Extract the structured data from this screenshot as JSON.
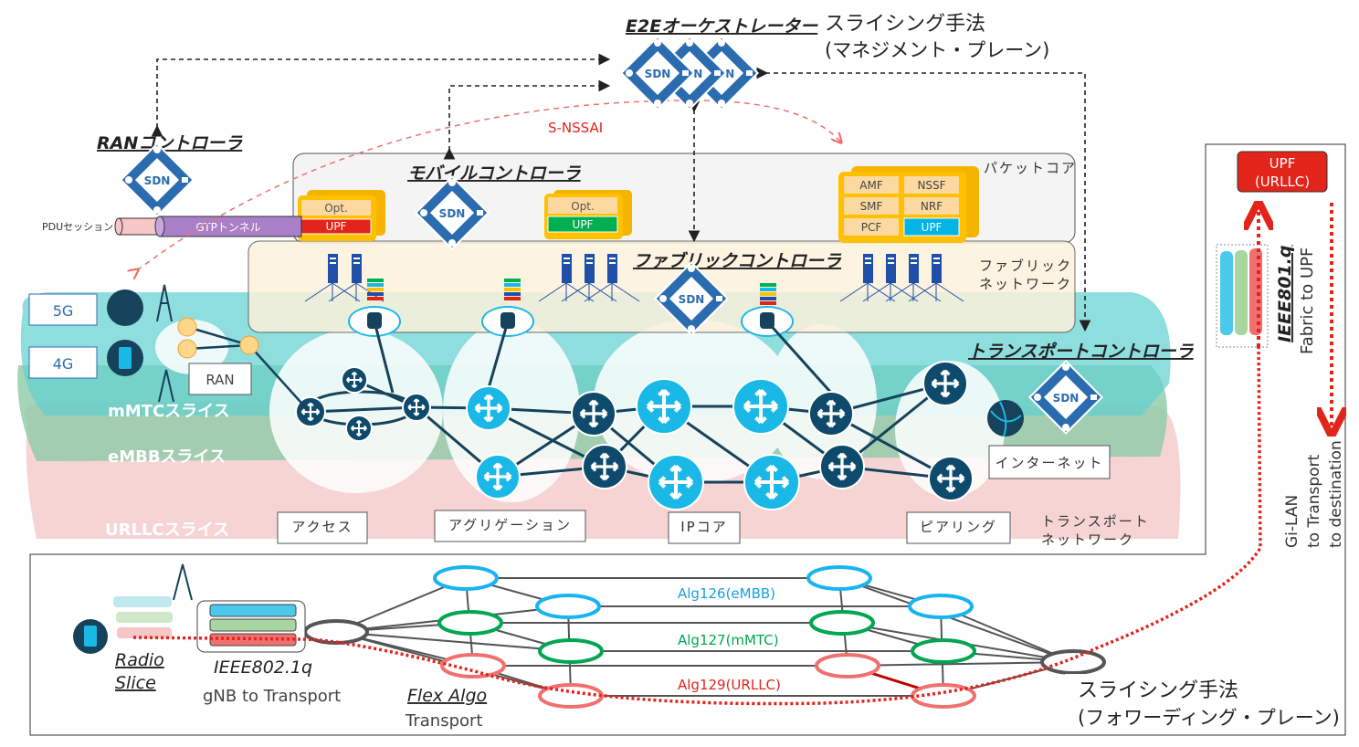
{
  "orchestrator": {
    "title": "E2Eオーケストレーター",
    "method_line1": "スライシング手法",
    "method_line2": "(マネジメント・プレーン)"
  },
  "sdn_label": "SDN",
  "snssai": "S-NSSAI",
  "controllers": {
    "ran": "RANコントローラ",
    "mobile": "モバイルコントローラ",
    "fabric": "ファブリックコントローラ",
    "transport": "トランスポートコントローラ"
  },
  "packet_core": {
    "label": "パケットコア",
    "left_stack": {
      "top": "Opt.",
      "bottom": "UPF",
      "bottom_color": "#e3241b"
    },
    "mid_stack": {
      "top": "Opt.",
      "bottom": "UPF",
      "bottom_color": "#00b050"
    },
    "core_nfs": [
      "AMF",
      "NSSF",
      "SMF",
      "NRF",
      "PCF",
      "UPF"
    ],
    "core_upf_color": "#00b4e6"
  },
  "fabric_network": {
    "line1": "ファブリック",
    "line2": "ネットワーク"
  },
  "pdu": {
    "session": "PDUセッション",
    "tunnel": "GTPトンネル"
  },
  "ran": {
    "g5": "5G",
    "g4": "4G",
    "ran_label": "RAN"
  },
  "slices": {
    "mmtc": "mMTCスライス",
    "embb": "eMBBスライス",
    "urllc": "URLLCスライス"
  },
  "segments": [
    "アクセス",
    "アグリゲーション",
    "IPコア",
    "ピアリング"
  ],
  "transport_network": {
    "line1": "トランスポート",
    "line2": "ネットワーク"
  },
  "internet": "インターネット",
  "right_panel": {
    "upf": "UPF",
    "upf_sub": "(URLLC)",
    "ieee": "IEEE801.q",
    "fabric_to_upf": "Fabric to UPF",
    "gi_lan": "Gi-LAN",
    "to_transport": "to Transport",
    "to_destination": "to destination"
  },
  "bottom": {
    "radio": "Radio",
    "slice": "Slice",
    "ieee": "IEEE802.1q",
    "gnb": "gNB to Transport",
    "flex": "Flex Algo",
    "transport": "Transport",
    "alg126": "Alg126(eMBB)",
    "alg127": "Alg127(mMTC)",
    "alg129": "Alg129(URLLC)",
    "method_line1": "スライシング手法",
    "method_line2": "(フォワーディング・プレーン)"
  },
  "colors": {
    "sdn_blue": "#2b6cb0",
    "router_cyan": "#1ab8e6",
    "router_dark": "#0e4a6b",
    "embb": "#19b4f0",
    "mmtc": "#00a651",
    "urllc": "#f07070",
    "urllc_red": "#e3241b"
  }
}
